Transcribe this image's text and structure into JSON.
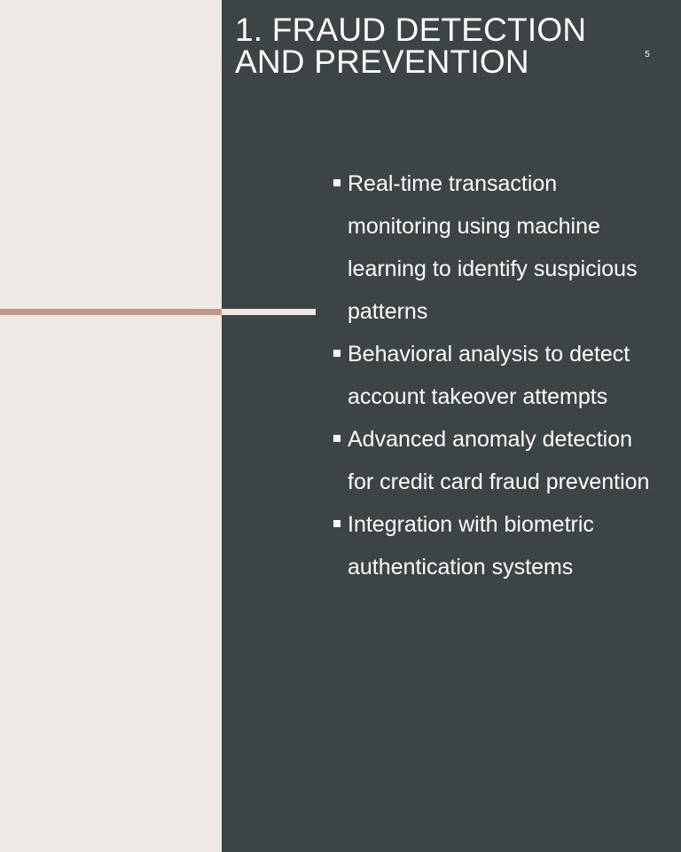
{
  "slide": {
    "title_lines": [
      "1. FRAUD DETECTION",
      "AND PREVENTION"
    ],
    "page_number": "5",
    "bullets": [
      "Real-time transaction monitoring using machine learning to identify suspicious patterns",
      "Behavioral analysis to detect account takeover attempts",
      "Advanced anomaly detection for credit card fraud prevention",
      "Integration with biometric authentication systems"
    ]
  },
  "colors": {
    "left_panel": "#EEE9E6",
    "right_panel": "#3D4446",
    "accent_line": "#C09A88",
    "text": "#FFFFFF"
  }
}
